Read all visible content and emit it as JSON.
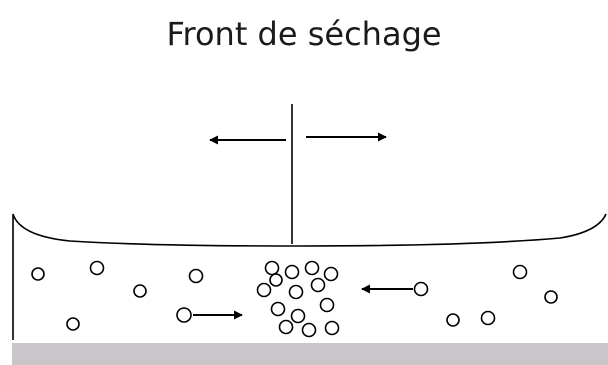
{
  "title": "Front de séchage",
  "colors": {
    "ink": "#000000",
    "substrate": "#c8c6c8",
    "background": "#ffffff"
  },
  "icons": {
    "front_line": "vertical-line",
    "spread_arrows": "left-right-arrows",
    "particle": "circle-outline",
    "migration_arrow": "right-arrow"
  }
}
